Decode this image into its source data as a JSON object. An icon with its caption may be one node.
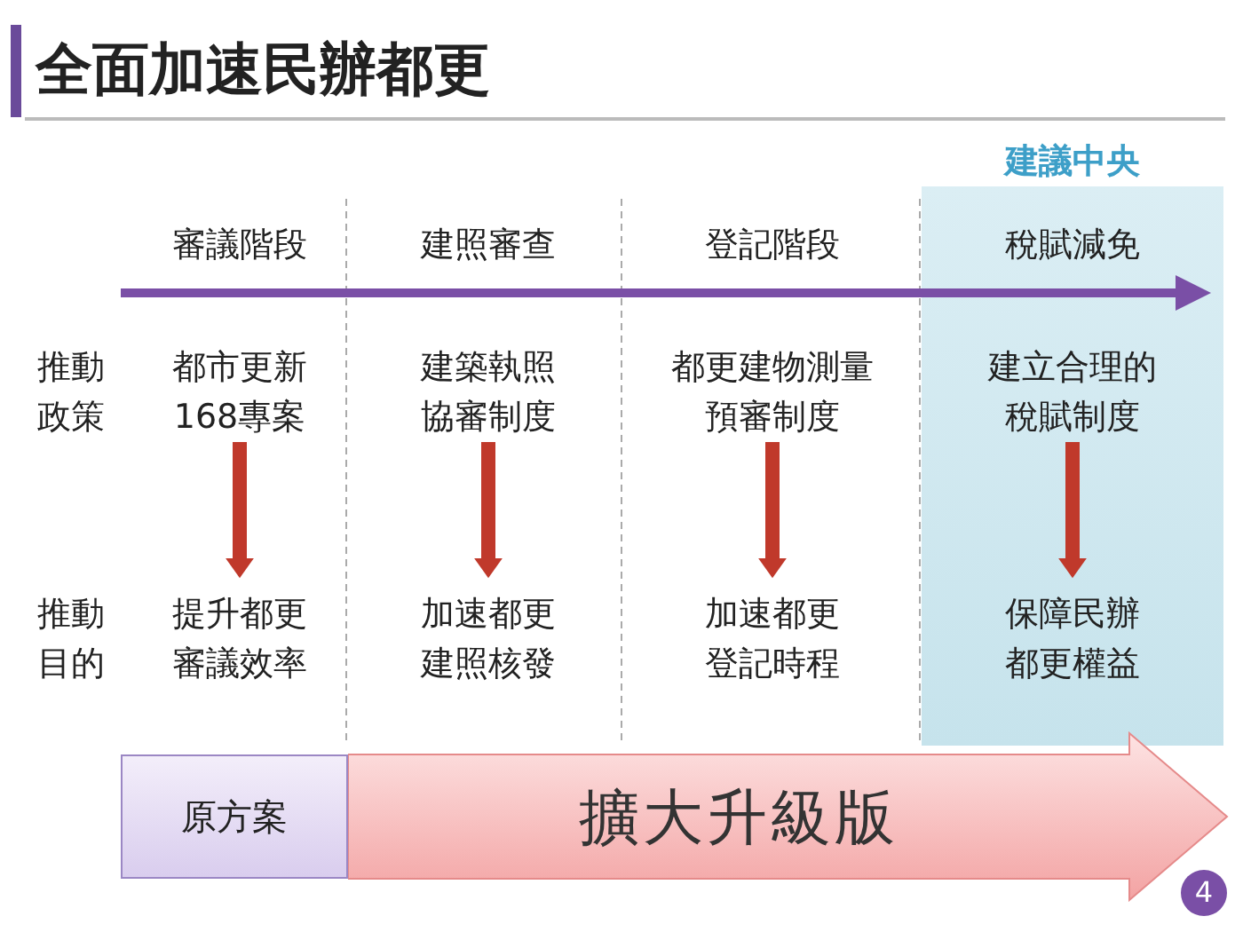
{
  "diagram": {
    "title": "全面加速民辦都更",
    "nodes": [
      {
        "text": [
          "建議中央"
        ]
      },
      {
        "text": [
          "都市更新168專案"
        ]
      },
      {
        "text": [
          "建築執照協審制度"
        ]
      },
      {
        "text": [
          "都更建物測量預審制度"
        ]
      },
      {
        "text": [
          "建立合理的稅賦制度"
        ],
        "in": 0
      },
      {
        "text": [
          "提升都更審議效率"
        ]
      },
      {
        "text": [
          "加速都更建照核發"
        ]
      },
      {
        "text": [
          "加速都更登記時程"
        ]
      },
      {
        "text": [
          "保障民辦都更權益"
        ],
        "in": 0
      },
      {
        "text": [
          "原方案"
        ]
      },
      {
        "text": [
          "擴大升級版"
        ]
      }
    ],
    "edges": [
      {
        "from": 1,
        "to": 5,
        "arrow": "to"
      },
      {
        "from": 2,
        "to": 6,
        "arrow": "to"
      },
      {
        "from": 3,
        "to": 7,
        "arrow": "to"
      },
      {
        "from": 4,
        "to": 8,
        "arrow": "to"
      }
    ],
    "labels": [
      "審議階段",
      "建照審查",
      "登記階段",
      "稅賦減免",
      "推動政策",
      "推動目的",
      "4"
    ]
  }
}
